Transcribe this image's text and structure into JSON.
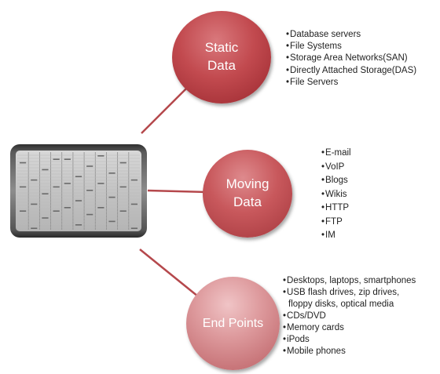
{
  "colors": {
    "connector": "#b5484c",
    "static_bubble": "#b23b41",
    "moving_bubble": "#c0494e",
    "endpoints_bubble": "#d18a8d"
  },
  "center": {
    "icon": "storage-array-icon"
  },
  "nodes": [
    {
      "label_lines": [
        "Static",
        "Data"
      ],
      "items": [
        "Database servers",
        "File Systems",
        "Storage Area Networks(SAN)",
        "Directly Attached Storage(DAS)",
        "File Servers"
      ]
    },
    {
      "label_lines": [
        "Moving",
        "Data"
      ],
      "items": [
        "E-mail",
        "VoIP",
        "Blogs",
        "Wikis",
        "HTTP",
        "FTP",
        "IM"
      ]
    },
    {
      "label_lines": [
        "End Points"
      ],
      "items": [
        "Desktops, laptops, smartphones",
        "USB flash drives, zip drives,",
        "floppy disks, optical media",
        "CDs/DVD",
        "Memory cards",
        "iPods",
        "Mobile phones"
      ]
    }
  ]
}
